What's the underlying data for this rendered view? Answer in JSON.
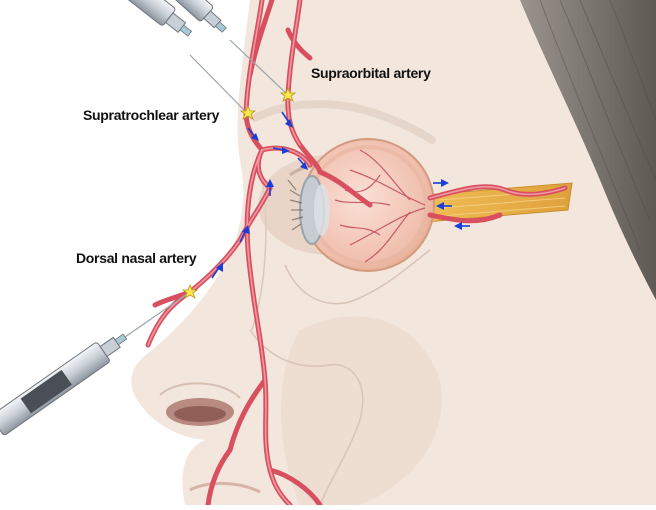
{
  "labels": {
    "supraorbital": "Supraorbital artery",
    "supratrochlear": "Supratrochlear artery",
    "dorsal_nasal": "Dorsal nasal artery"
  },
  "colors": {
    "artery": "#d85060",
    "artery_highlight": "#f2a0a8",
    "flow_arrow": "#1a3fd6",
    "skin": "#f3e6dc",
    "skin_shadow": "#e6d2c4",
    "hair": "#7c7670",
    "eyeball": "#f3c7b8",
    "optic_nerve": "#e9b04a",
    "injection_star": "#ffe84a"
  },
  "icons": [
    "syringe-icon",
    "injection-site-star-icon",
    "flow-arrow-icon"
  ]
}
